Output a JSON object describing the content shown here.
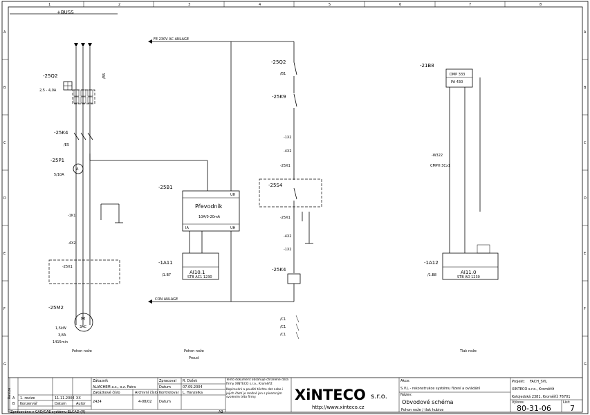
{
  "columns": [
    "1",
    "2",
    "3",
    "4",
    "5",
    "6",
    "7",
    "8"
  ],
  "rows": [
    "A",
    "B",
    "C",
    "D",
    "E",
    "F",
    "G"
  ],
  "bus": {
    "label": "+BUSS",
    "fe": "FE 230V AC ANLAGE",
    "con": "CON ANLAGE"
  },
  "left": {
    "q2": "-25Q2",
    "q2_range": "2,5 - 4,0A",
    "q2_ref": "/B5",
    "k4": "-25K4",
    "k4_ref": "/E5",
    "p1": "-25P1",
    "p1_val": "5/10A",
    "x1k": "-1K1",
    "x4": "-4X2",
    "x1": "-25X1",
    "m2": "-25M2",
    "motor_m": "M",
    "motor_3ac": "3AC",
    "motor_kw": "1,5kW",
    "motor_a": "3,8A",
    "motor_rpm": "1415min",
    "caption": "Pohon nože"
  },
  "middle": {
    "b1": "-25B1",
    "conv_title": "Převodník",
    "conv_range": "10A/0-20mA",
    "uh": "UH",
    "ia": "IA",
    "a11": "-1A11",
    "a11_ref": "/1.B7",
    "ai": "AI10.1",
    "ai_sub": "STB AC1 1230",
    "caption1": "Pohon nože",
    "caption2": "Proud"
  },
  "right_mid": {
    "q2": "-25Q2",
    "q2_ref": "/B1",
    "k9": "-25K9",
    "x2a": "-1X2",
    "x2b": "-4X2",
    "x1a": "-25X1",
    "s4": "-25S4",
    "x1b": "-25X1",
    "x2c": "-4X2",
    "x2d": "-1X2",
    "k4": "-25K4",
    "c1": [
      "/C1",
      "/C1",
      "/C1"
    ]
  },
  "far_right": {
    "b8": "-21B8",
    "dmp": "DMP 333",
    "pa": "PA 430",
    "w": "-W322",
    "cable": "CMPH 3Cx1",
    "a12": "-1A12",
    "a12_ref": "/1.B8",
    "ai": "AI11.0",
    "ai_sub": "STB AO 1230",
    "caption": "Tlak nože"
  },
  "title_block": {
    "rev_label": "Revize",
    "rev_a": "A",
    "rev_b": "B",
    "rev_a_text": "1. revize",
    "rev_b_text": "Konzervář",
    "rev_a_date": "11.11.2004",
    "rev_a_by": "XX",
    "date_label": "Datum",
    "author_label": "Autor",
    "customer_label": "Zákazník",
    "customer": "ALIACHEM a.s., o.z. Fatra",
    "order_label": "Zakázkové číslo",
    "order": "2424",
    "archive_label": "Archivní číslo",
    "archive": "4-08/02",
    "drawn_label": "Zpracoval",
    "drawn": "R. Doťek",
    "drawn_date": "07.09.2004",
    "checked_label": "Kontroloval",
    "checked": "L. Hanzelka",
    "datum_label": "Datum",
    "legal1": "Tento dokument obsahuje chráněné data firmy XINTECO s.r.o., Kroměříž",
    "legal2": "Kopírování a použití těchto dat nebo i jejich částí je možné jen s písemným svolením této firmy.",
    "cad": "Zpracováno v CAD/CAE systému ELCAD (R)",
    "sheet_a3": "A3",
    "logo": "XiNTECO",
    "logo_sro": "s.r.o.",
    "url": "http://www.xinteco.cz",
    "action_label": "Akce:",
    "action": "S.V.L - rekonstrukce systému řízení a ovládání",
    "name_label": "Název:",
    "name": "Obvodové schéma",
    "name_sub": "Pohon nože / tlak hubice",
    "project_label": "Projekt:",
    "project": "FACH_SVL",
    "company": "XINTECO s.r.o., Kroměříž",
    "address": "Kotojedská 2381, Kroměříž 76701",
    "drawing_label": "Výkres:",
    "drawing": "80-31-06",
    "sheet_label": "List:",
    "sheet": "7"
  }
}
